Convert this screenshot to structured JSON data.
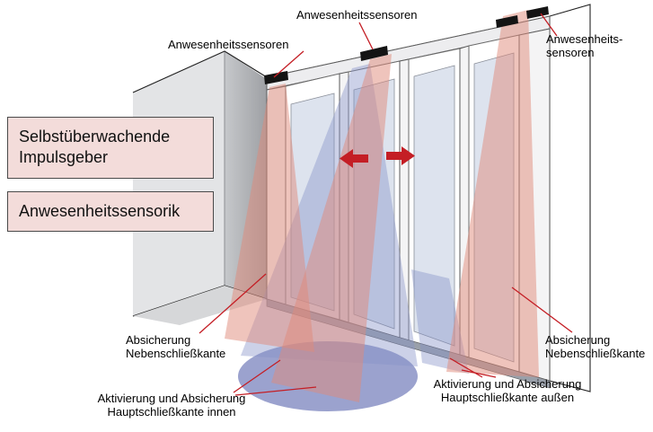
{
  "colors": {
    "accent_red": "#c41e25",
    "zone_pink": "#e08a7a",
    "zone_blue": "#8691c8",
    "ellipse_blue": "#8a92c6",
    "glass_blue": "#dde3ee",
    "box_bg": "#f3dcda",
    "wall_gray": "#b2b4b8"
  },
  "labels": {
    "top_center": "Anwesenheitssensoren",
    "top_left": "Anwesenheitssensoren",
    "top_right": {
      "line1": "Anwesenheits-",
      "line2": "sensoren"
    },
    "box_impulsgeber": {
      "line1": "Selbstüberwachende",
      "line2": "Impulsgeber"
    },
    "box_sensorik": "Anwesenheitssensorik",
    "bottom_left": {
      "line1": "Absicherung",
      "line2": "Nebenschließkante"
    },
    "bottom_center_left": {
      "line1": "Aktivierung und Absicherung",
      "line2": "Hauptschließkante innen"
    },
    "bottom_center_right": {
      "line1": "Aktivierung und Absicherung",
      "line2": "Hauptschließkante außen"
    },
    "bottom_right": {
      "line1": "Absicherung",
      "line2": "Nebenschließkante"
    }
  },
  "icons": {
    "arrow_left": "door-direction-left",
    "arrow_right": "door-direction-right",
    "sensor_boxes": "presence-sensor"
  }
}
